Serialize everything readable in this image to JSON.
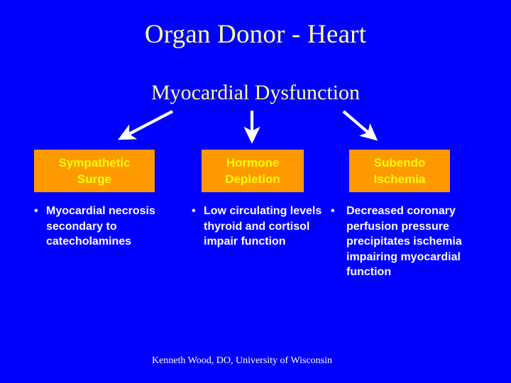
{
  "slide": {
    "background_color": "#0000FF",
    "title": "Organ Donor - Heart",
    "subtitle": "Myocardial Dysfunction",
    "title_color": "#FFFF99",
    "box_fill_color": "#FF9900",
    "box_text_color": "#FFFF00",
    "body_text_color": "#FFFFFF",
    "arrow_color": "#FFFFFF"
  },
  "columns": [
    {
      "box_title_line1": "Sympathetic",
      "box_title_line2": "Surge",
      "arrow": "arrow-down-left",
      "bullets": [
        "Myocardial necrosis secondary to catecholamines"
      ]
    },
    {
      "box_title_line1": "Hormone",
      "box_title_line2": "Depletion",
      "arrow": "arrow-down",
      "bullets": [
        "Low circulating levels thyroid and cortisol impair function"
      ]
    },
    {
      "box_title_line1": "Subendo",
      "box_title_line2": "Ischemia",
      "arrow": "arrow-down-right",
      "bullets": [
        "Decreased coronary perfusion pressure precipitates ischemia impairing myocardial function"
      ]
    }
  ],
  "bullet_glyph": "•",
  "footer": {
    "credit": "Kenneth Wood, DO, University of Wisconsin"
  }
}
